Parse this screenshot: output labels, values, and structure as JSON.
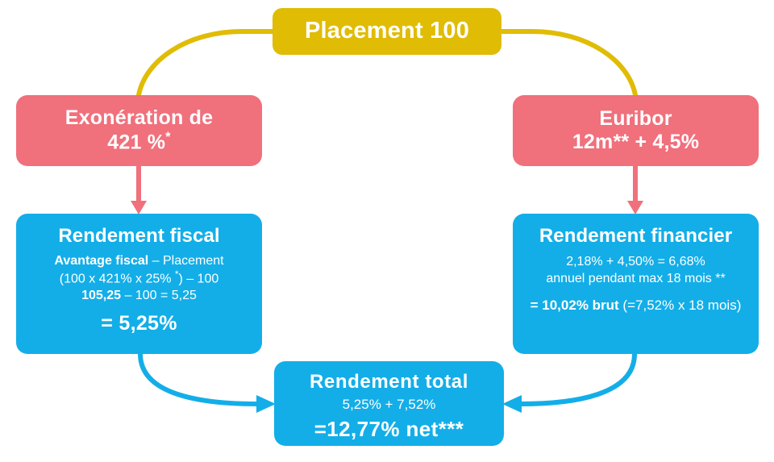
{
  "diagram": {
    "title": "Placement 100 rendement schema",
    "colors": {
      "yellow": "#E0BC05",
      "pink": "#F0707C",
      "blue": "#13AEE8",
      "text": "#FFFFFF",
      "background": "#FFFFFF"
    }
  },
  "nodes": {
    "placement": {
      "label": "Placement 100",
      "color": "#E0BC05"
    },
    "exoneration": {
      "line1": "Exonération de",
      "line2_value": "421 %",
      "line2_star": "*",
      "color": "#F0707C"
    },
    "euribor": {
      "line1": "Euribor",
      "line2": "12m** + 4,5%",
      "color": "#F0707C"
    },
    "fiscal": {
      "title": "Rendement fiscal",
      "detail_bold_1": "Avantage fiscal",
      "detail_rest_1": " – Placement",
      "detail_2": "(100 x 421% x 25% ",
      "detail_2_star": "*",
      "detail_2_end": ") – 100",
      "detail_bold_3": "105,25",
      "detail_rest_3": " – 100 = 5,25",
      "result": "= 5,25%",
      "color": "#13AEE8"
    },
    "financier": {
      "title": "Rendement financier",
      "detail_1": "2,18% + 4,50% = 6,68%",
      "detail_2": "annuel pendant max 18 mois **",
      "result_bold": "= 10,02% brut",
      "result_rest": " (=7,52% x 18 mois)",
      "color": "#13AEE8"
    },
    "total": {
      "title": "Rendement  total",
      "subtitle": "5,25% + 7,52%",
      "result": "=12,77% net***",
      "color": "#13AEE8"
    }
  },
  "connectors": [
    {
      "name": "placement-to-exoneration",
      "from": "placement",
      "to": "exoneration",
      "color": "#E0BC05",
      "style": "curve",
      "arrowhead": false
    },
    {
      "name": "placement-to-euribor",
      "from": "placement",
      "to": "euribor",
      "color": "#E0BC05",
      "style": "curve",
      "arrowhead": false
    },
    {
      "name": "exoneration-to-fiscal",
      "from": "exoneration",
      "to": "fiscal",
      "color": "#F0707C",
      "style": "straight-down",
      "arrowhead": true
    },
    {
      "name": "euribor-to-financier",
      "from": "euribor",
      "to": "financier",
      "color": "#F0707C",
      "style": "straight-down",
      "arrowhead": true
    },
    {
      "name": "fiscal-to-total",
      "from": "fiscal",
      "to": "total",
      "color": "#13AEE8",
      "style": "curve",
      "arrowhead": true
    },
    {
      "name": "financier-to-total",
      "from": "financier",
      "to": "total",
      "color": "#13AEE8",
      "style": "curve",
      "arrowhead": true
    }
  ]
}
